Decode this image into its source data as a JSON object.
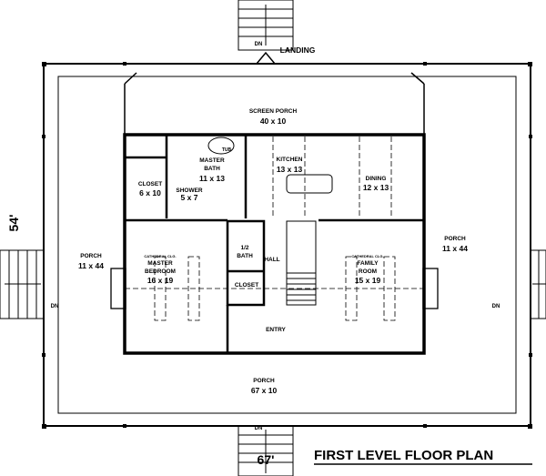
{
  "title": "FIRST LEVEL FLOOR PLAN",
  "dimensions": {
    "depth": "54'",
    "width": "67'"
  },
  "stairs": {
    "landing": "LANDING",
    "dn_top": "DN",
    "dn_left": "DN",
    "dn_right": "DN",
    "dn_bottom": "DN"
  },
  "rooms": {
    "screen_porch": {
      "name": "SCREEN PORCH",
      "size": "40 x 10"
    },
    "master_bath": {
      "name1": "MASTER",
      "name2": "BATH",
      "size": "11 x 13",
      "tub": "TUB"
    },
    "kitchen": {
      "name": "KITCHEN",
      "size": "13 x 13"
    },
    "dining": {
      "name": "DINING",
      "size": "12 x 13"
    },
    "closet_master": {
      "name": "CLOSET",
      "size": "6 x 10"
    },
    "shower": {
      "name": "SHOWER",
      "size": "5 x 7"
    },
    "porch_left": {
      "name": "PORCH",
      "size": "11 x 44"
    },
    "porch_right": {
      "name": "PORCH",
      "size": "11 x 44"
    },
    "master_bedroom": {
      "ceiling": "CATHEDRAL CLG.",
      "name1": "MASTER",
      "name2": "BEDROOM",
      "size": "16 x 19"
    },
    "half_bath": {
      "name1": "1/2",
      "name2": "BATH"
    },
    "hall": {
      "name": "HALL"
    },
    "hall_closet": {
      "name": "CLOSET"
    },
    "family_room": {
      "ceiling": "CATHEDRAL CLG.",
      "name1": "FAMILY",
      "name2": "ROOM",
      "size": "15 x 19"
    },
    "entry": {
      "name": "ENTRY"
    },
    "porch_front": {
      "name": "PORCH",
      "size": "67 x 10"
    }
  }
}
